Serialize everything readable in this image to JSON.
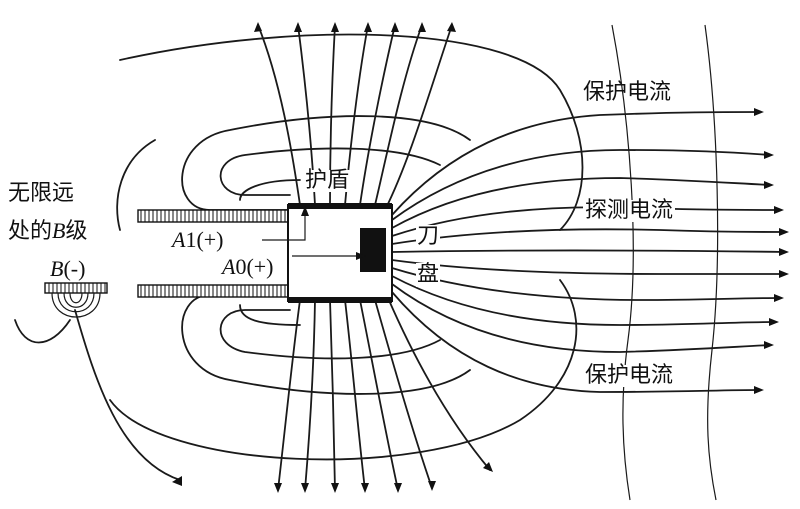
{
  "diagram": {
    "labels": {
      "guard_current_top": "保护电流",
      "probe_current": "探测电流",
      "guard_current_bottom": "保护电流",
      "shield": "护盾",
      "blade_1": "刀",
      "blade_2": "盘",
      "infinite_b_line1": "无限远",
      "infinite_b_line2_pre": "处的",
      "infinite_b_line2_var": "B",
      "infinite_b_line2_post": "级",
      "b_pole_var": "B",
      "b_pole_sign": "(-)",
      "a1_var": "A",
      "a1_rest": "1(+)",
      "a0_var": "A",
      "a0_rest": "0(+)"
    },
    "colors": {
      "ink": "#111111",
      "background": "#ffffff"
    }
  }
}
